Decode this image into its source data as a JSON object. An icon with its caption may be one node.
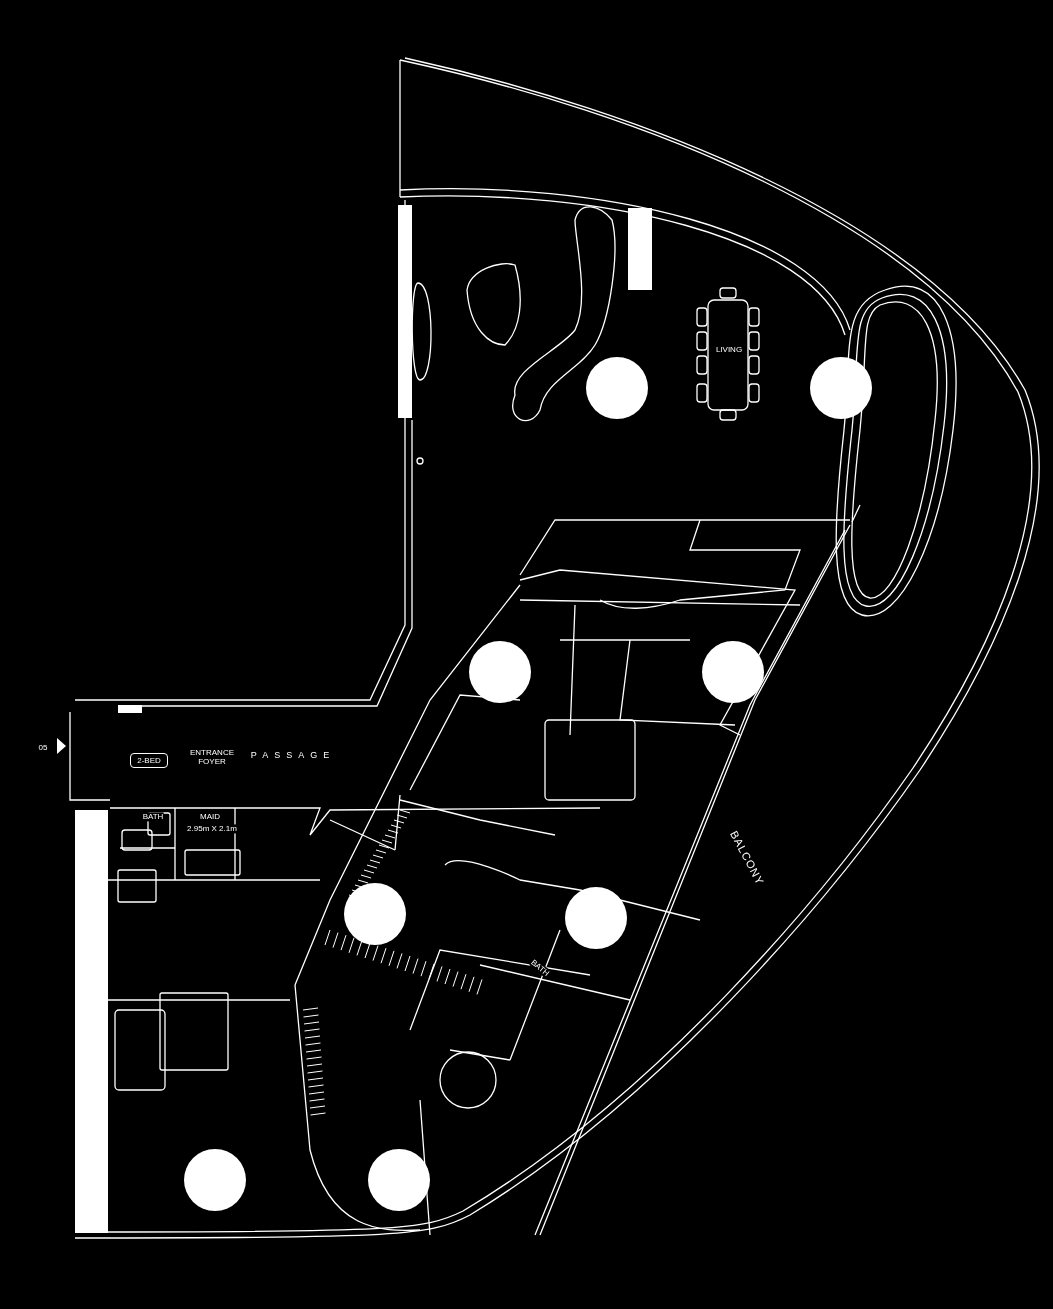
{
  "diagram": {
    "nodes": [
      {
        "text": [
          "2-BED"
        ]
      }
    ],
    "labels": [
      "LIVING",
      "05",
      "ENTRANCE FOYER",
      "PASSAGE",
      "BATH",
      "MAID",
      "2.95m X 2.1m",
      "BATH",
      "BALCONY"
    ]
  }
}
